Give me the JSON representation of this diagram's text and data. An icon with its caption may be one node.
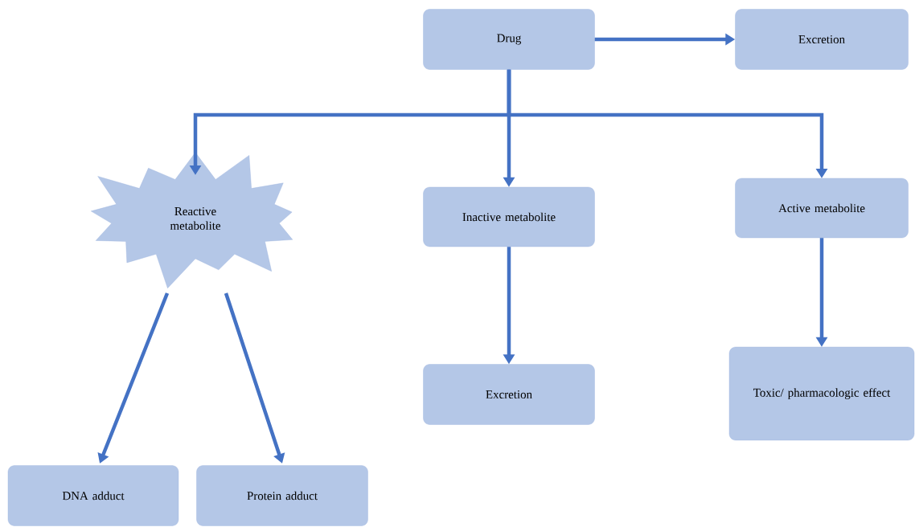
{
  "diagram": {
    "nodes": [
      {
        "text": [
          "Drug"
        ]
      },
      {
        "text": [
          "Excretion"
        ]
      },
      {
        "text": [
          "Reactive metabolite"
        ]
      },
      {
        "text": [
          "Inactive metabolite"
        ]
      },
      {
        "text": [
          "Active metabolite"
        ]
      },
      {
        "text": [
          "DNA adduct"
        ]
      },
      {
        "text": [
          "Protein adduct"
        ]
      },
      {
        "text": [
          "Excretion"
        ]
      },
      {
        "text": [
          "Toxic/ pharmacologic effect"
        ]
      }
    ],
    "edges": [
      {
        "from": 0,
        "to": 1,
        "arrow": "to"
      },
      {
        "from": 0,
        "to": 2,
        "arrow": "to"
      },
      {
        "from": 0,
        "to": 3,
        "arrow": "to"
      },
      {
        "from": 0,
        "to": 4,
        "arrow": "to"
      },
      {
        "from": 2,
        "to": 5,
        "arrow": "to"
      },
      {
        "from": 2,
        "to": 6,
        "arrow": "to"
      },
      {
        "from": 3,
        "to": 7,
        "arrow": "to"
      },
      {
        "from": 4,
        "to": 8,
        "arrow": "to"
      }
    ]
  }
}
